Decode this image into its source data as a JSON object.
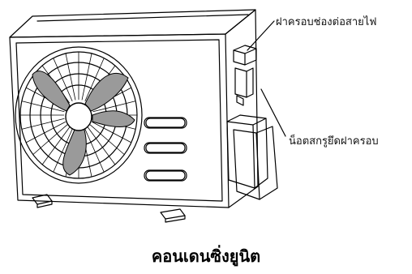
{
  "labels": {
    "terminal_cover": "ฝาครอบช่องต่อสายไฟ",
    "cover_screw": "น็อตสกรูยึดฝาครอบ",
    "caption": "คอนเดนซิ่งยูนิต"
  },
  "colors": {
    "line": "#000000",
    "fan_blade": "#9a9a9a",
    "background": "#ffffff"
  }
}
